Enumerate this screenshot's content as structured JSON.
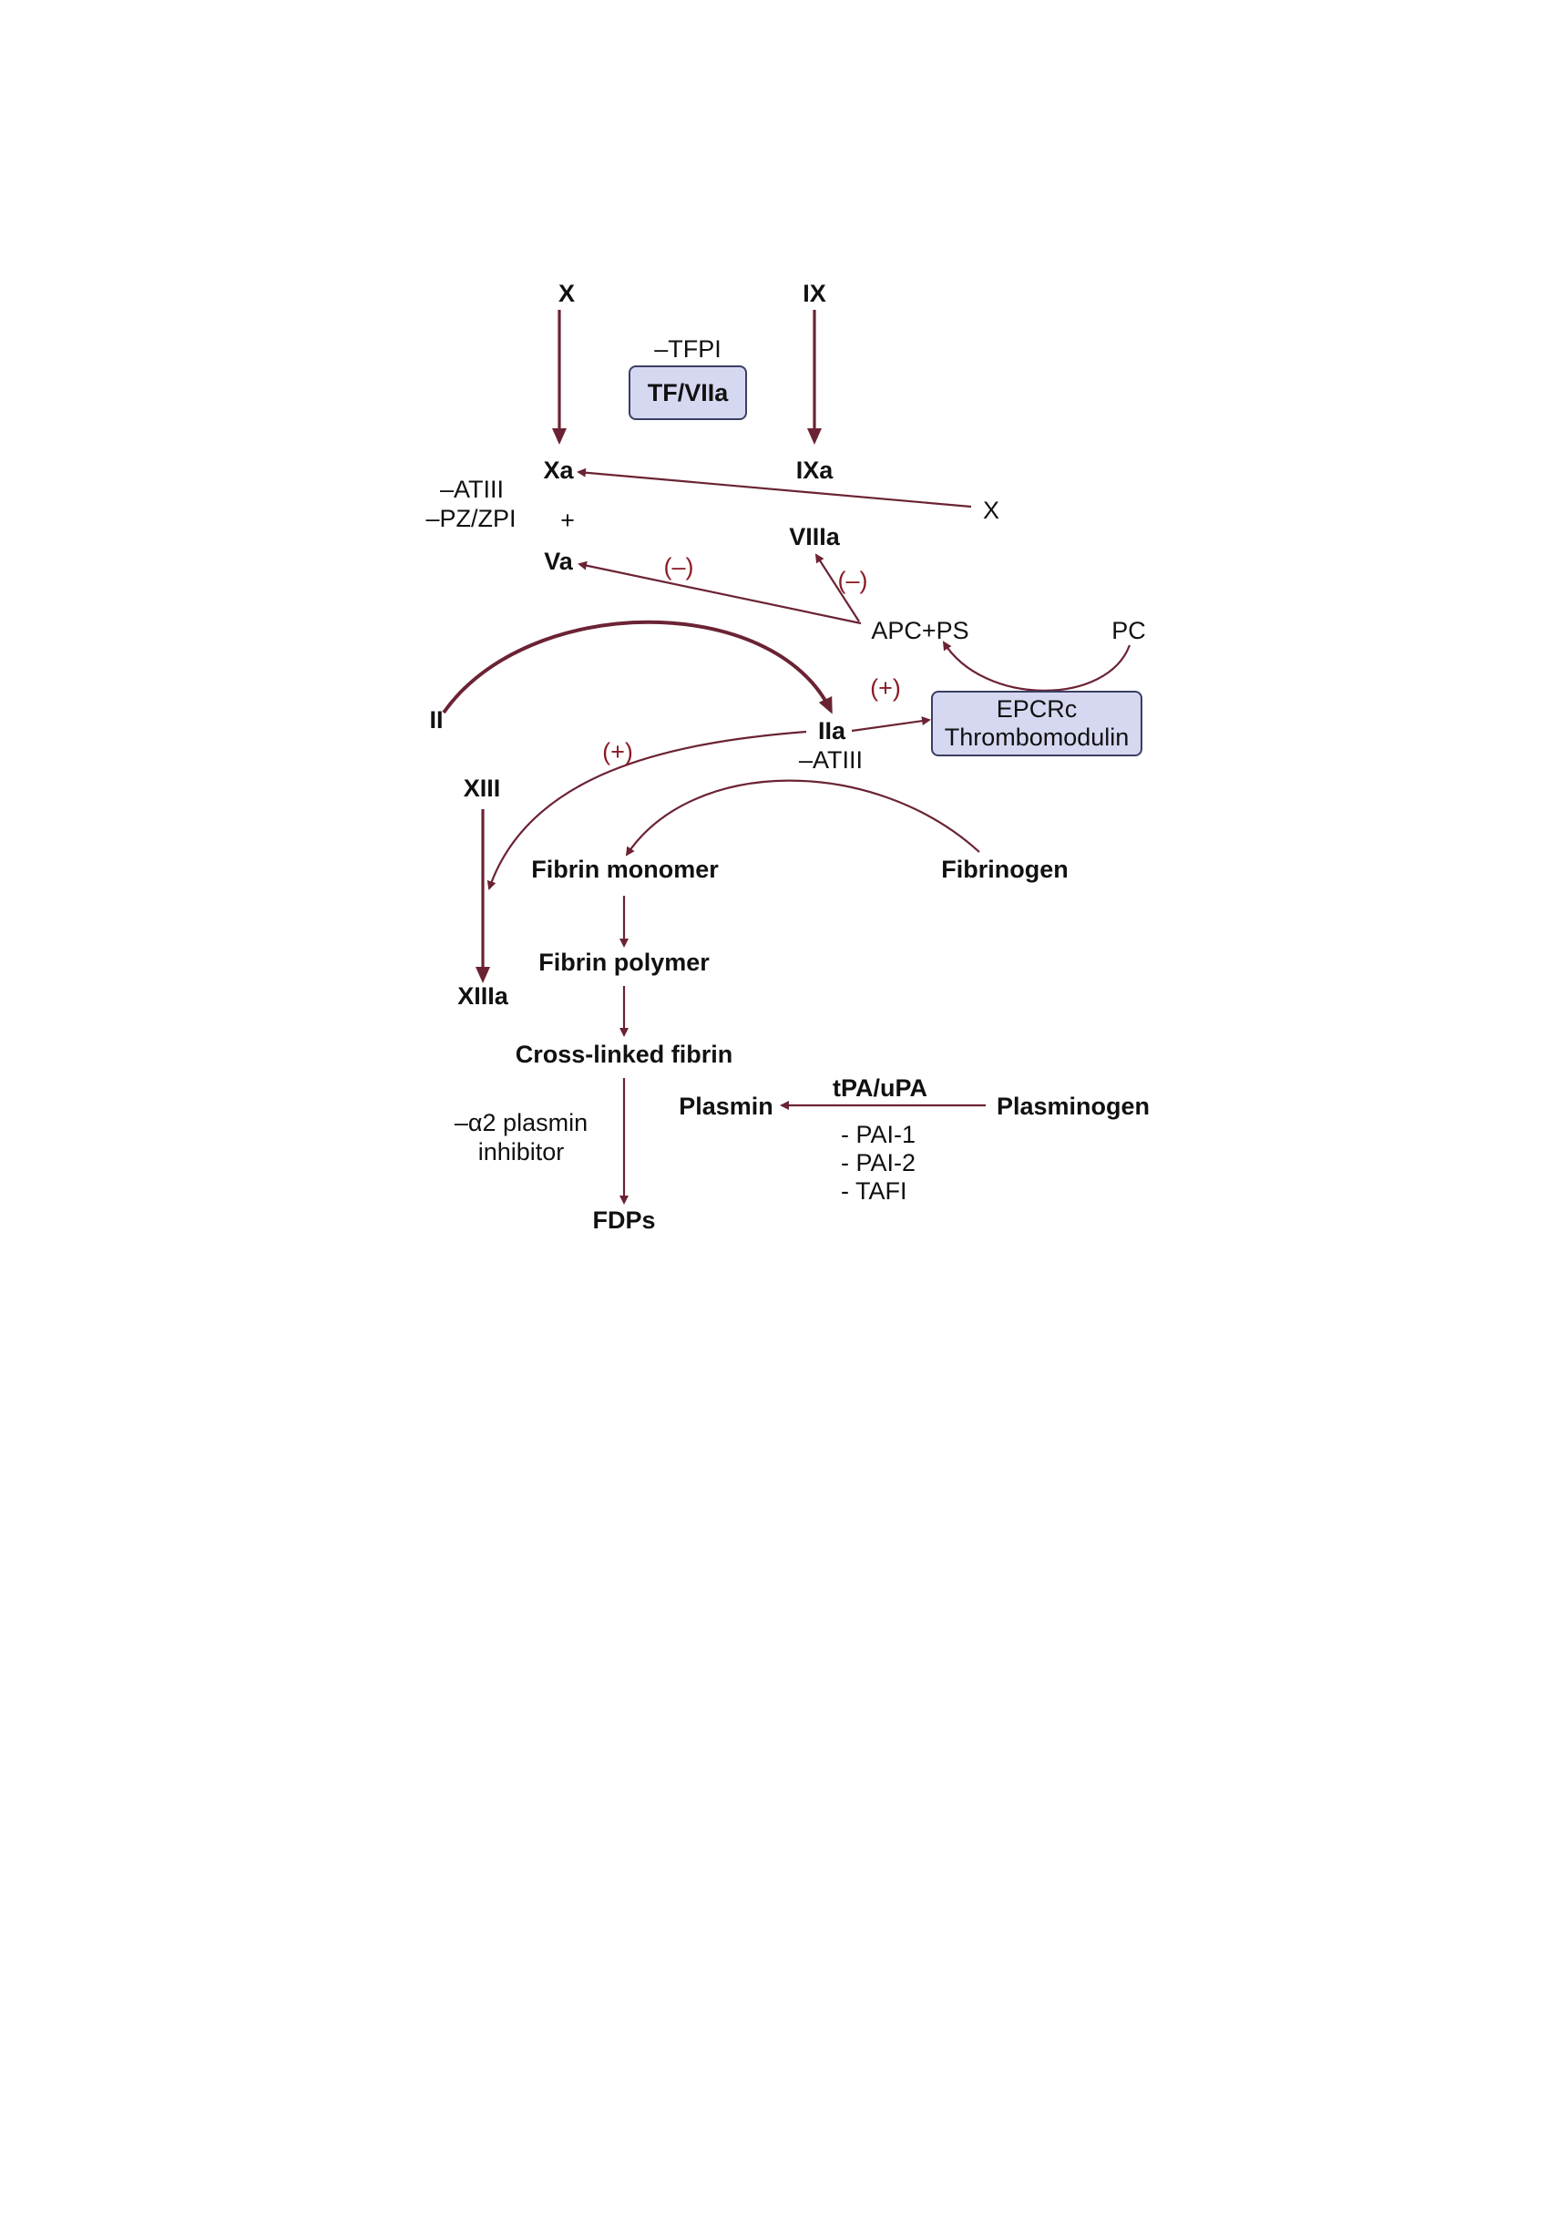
{
  "colors": {
    "arrow": "#6b2333",
    "sign": "#8a1c26",
    "box_fill": "#d6d8f1",
    "box_border": "#3b3f63"
  },
  "nodes": {
    "x_top": "X",
    "ix_top": "IX",
    "tfpi": "–TFPI",
    "tf_viia": "TF/VIIa",
    "xa": "Xa",
    "ixa": "IXa",
    "x_right": "X",
    "atiii_left": "–ATIII",
    "pz_zpi": "–PZ/ZPI",
    "plus": "+",
    "va": "Va",
    "viiia": "VIIIa",
    "apc_ps": "APC+PS",
    "pc": "PC",
    "ii": "II",
    "iia": "IIa",
    "atiii_iia": "–ATIII",
    "epcr_line1": "EPCRc",
    "epcr_line2": "Thrombomodulin",
    "xiii": "XIII",
    "xiiia": "XIIIa",
    "fibrin_monomer": "Fibrin monomer",
    "fibrinogen": "Fibrinogen",
    "fibrin_polymer": "Fibrin polymer",
    "cross_linked": "Cross-linked fibrin",
    "a2_line1": "–α2 plasmin",
    "a2_line2": "inhibitor",
    "plasmin": "Plasmin",
    "tpa_upa": "tPA/uPA",
    "plasminogen": "Plasminogen",
    "pai1": "- PAI-1",
    "pai2": "- PAI-2",
    "tafi": "- TAFI",
    "fdps": "FDPs"
  },
  "signs": {
    "minus_va": "(–)",
    "minus_viiia": "(–)",
    "plus_epcr": "(+)",
    "plus_xiiia": "(+)"
  }
}
